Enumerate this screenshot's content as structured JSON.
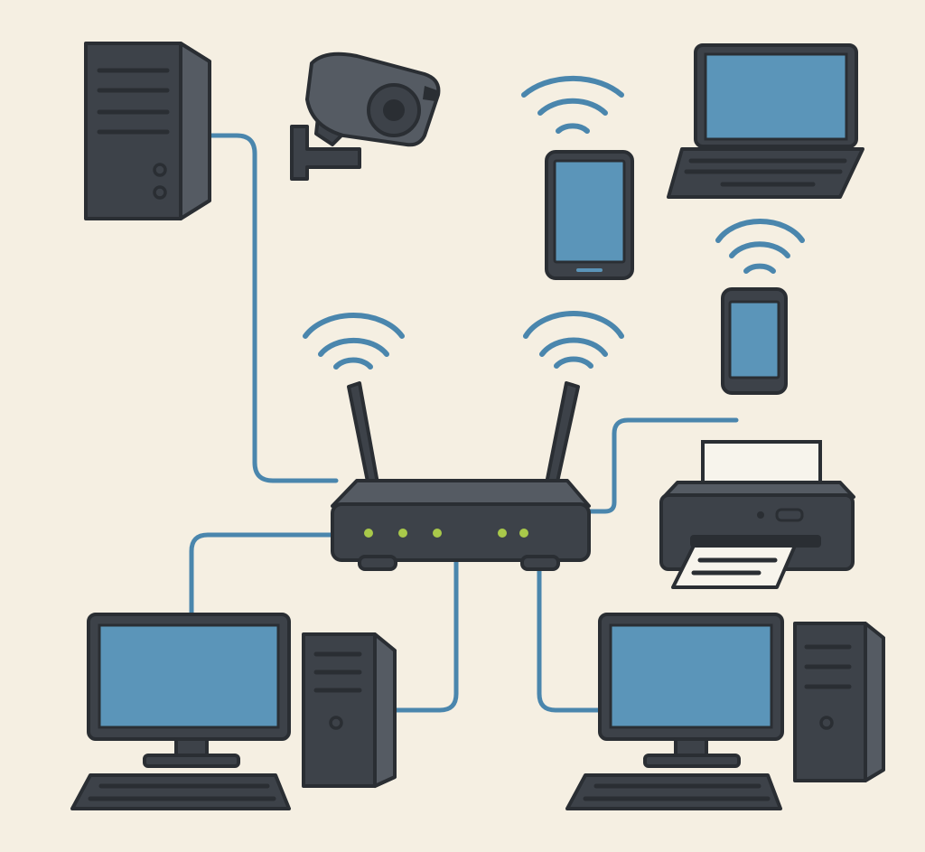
{
  "diagram": {
    "type": "network-topology",
    "center": "router",
    "nodes": [
      {
        "id": "router",
        "icon": "router-icon"
      },
      {
        "id": "server-tower",
        "icon": "server-tower-icon",
        "link": "wired"
      },
      {
        "id": "security-camera",
        "icon": "security-camera-icon",
        "link": "wireless"
      },
      {
        "id": "smartphone-large",
        "icon": "smartphone-icon",
        "link": "wireless"
      },
      {
        "id": "laptop",
        "icon": "laptop-icon",
        "link": "wireless"
      },
      {
        "id": "smartphone-small",
        "icon": "smartphone-icon",
        "link": "wireless"
      },
      {
        "id": "printer",
        "icon": "printer-icon",
        "link": "wired"
      },
      {
        "id": "desktop-left",
        "icon": "desktop-computer-icon",
        "link": "wired"
      },
      {
        "id": "desktop-right",
        "icon": "desktop-computer-icon",
        "link": "wired"
      }
    ],
    "colors": {
      "background": "#f5efe2",
      "device_body": "#3d4249",
      "outline": "#2a2e33",
      "screen": "#5b95b9",
      "wire": "#4a86ad",
      "led": "#a9c94a",
      "paper": "#f7f4ec"
    }
  }
}
